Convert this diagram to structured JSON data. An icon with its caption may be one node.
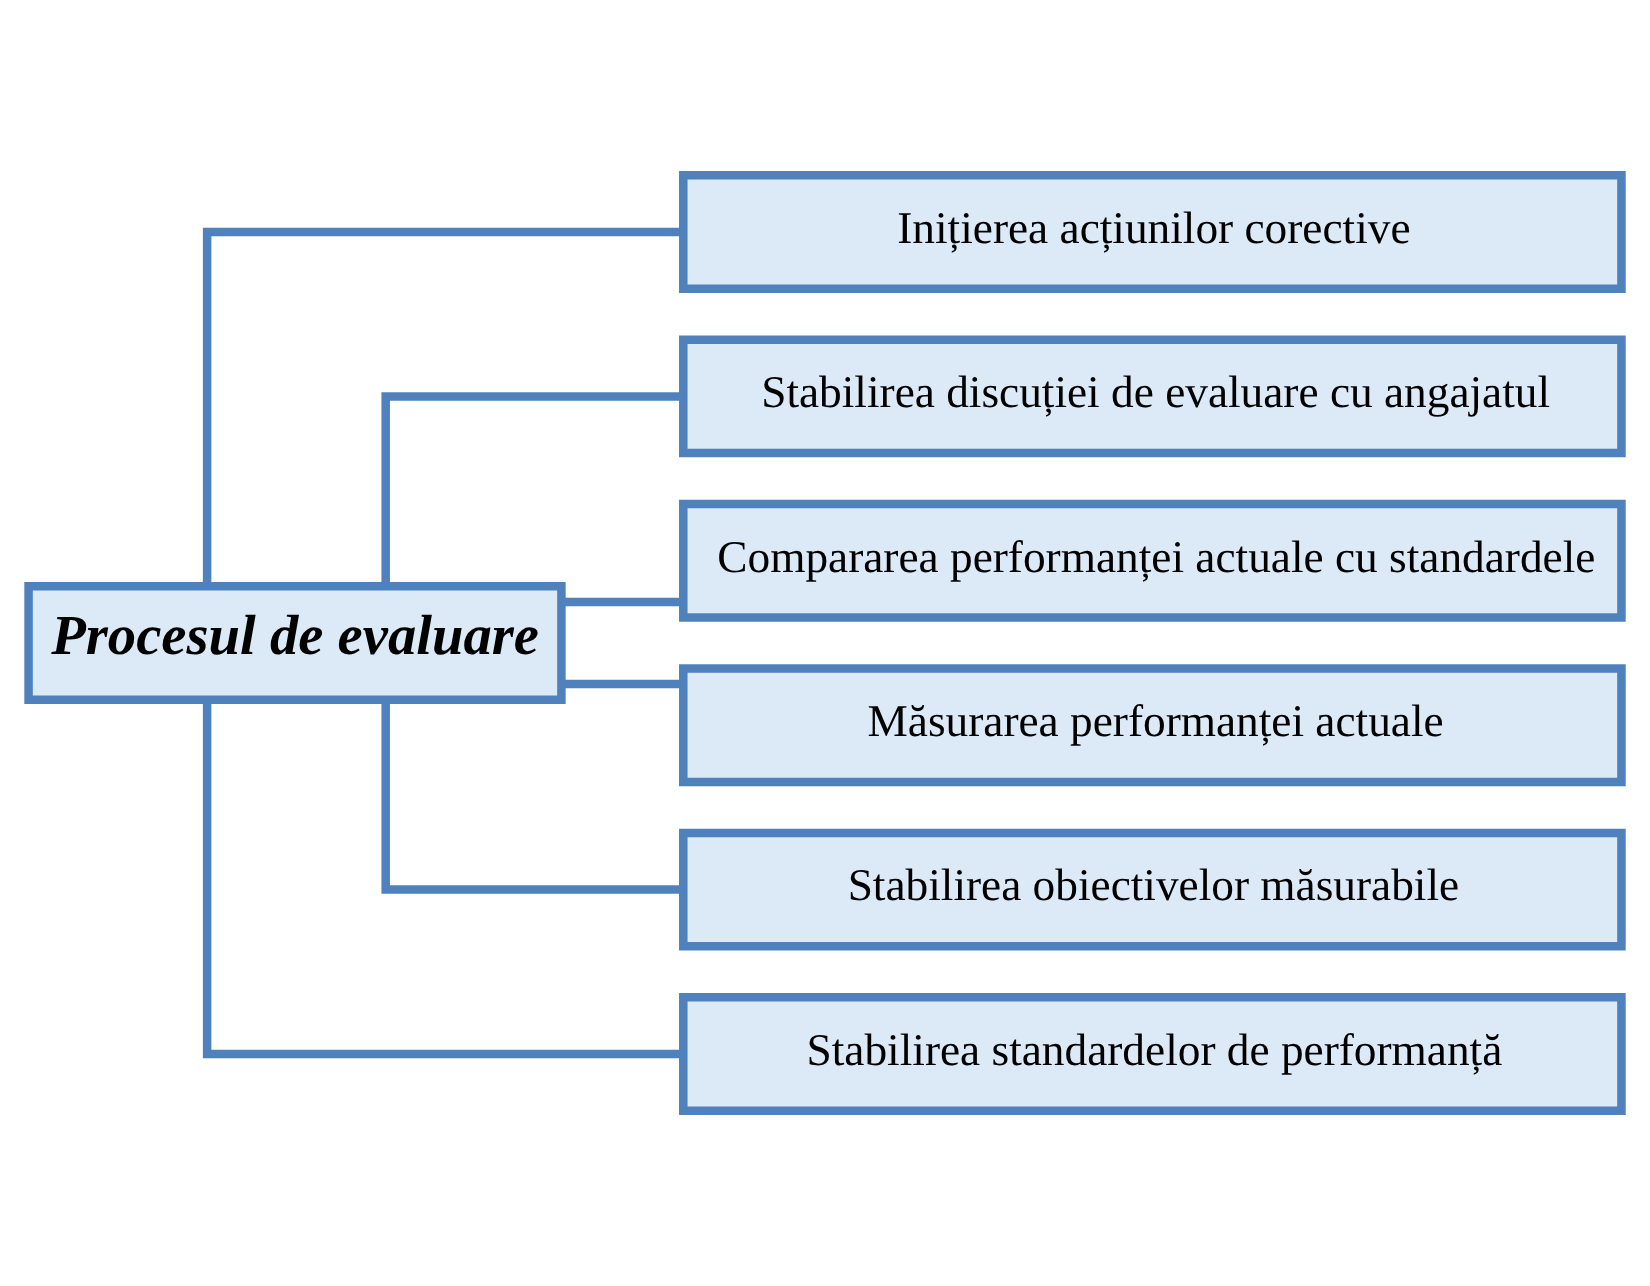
{
  "diagram": {
    "nodes": [
      {
        "text": [
          "Procesul de evaluare"
        ]
      },
      {
        "text": [
          "Inițierea acțiunilor corective"
        ]
      },
      {
        "text": [
          "Stabilirea discuției de evaluare cu angajatul"
        ]
      },
      {
        "text": [
          "Compararea performanței actuale cu standardele"
        ]
      },
      {
        "text": [
          "Măsurarea performanței actuale"
        ]
      },
      {
        "text": [
          "Stabilirea obiectivelor măsurabile"
        ]
      },
      {
        "text": [
          "Stabilirea standardelor de performanță"
        ]
      }
    ],
    "edges": [
      {
        "from": 0,
        "to": 1,
        "arrow": "none"
      },
      {
        "from": 0,
        "to": 2,
        "arrow": "none"
      },
      {
        "from": 0,
        "to": 3,
        "arrow": "none"
      },
      {
        "from": 0,
        "to": 4,
        "arrow": "none"
      },
      {
        "from": 0,
        "to": 5,
        "arrow": "none"
      },
      {
        "from": 0,
        "to": 6,
        "arrow": "none"
      }
    ]
  }
}
